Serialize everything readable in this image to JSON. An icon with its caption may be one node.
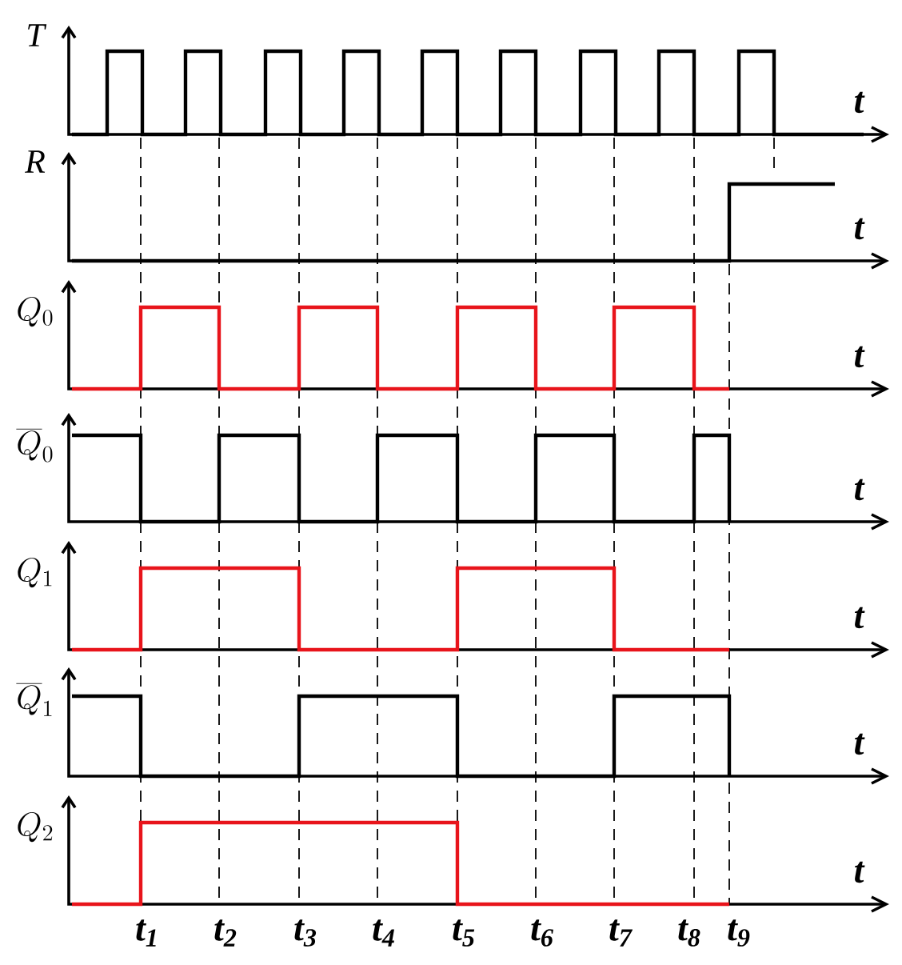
{
  "diagram": {
    "labels": [
      "T",
      "t",
      "R",
      "t",
      "Q_{0}",
      "t",
      "\\overline{Q}_{0}",
      "t",
      "Q_{1}",
      "t",
      "\\overline{Q}_{1}",
      "t",
      "Q_{2}",
      "t",
      "t$_{1}$",
      "t$_{2}$",
      "t$_{3}$",
      "t$_{4}$",
      "t$_{5}$",
      "t$_{6}$",
      "t$_{7}$",
      "t$_{8}$",
      "t$_{9}$"
    ]
  }
}
